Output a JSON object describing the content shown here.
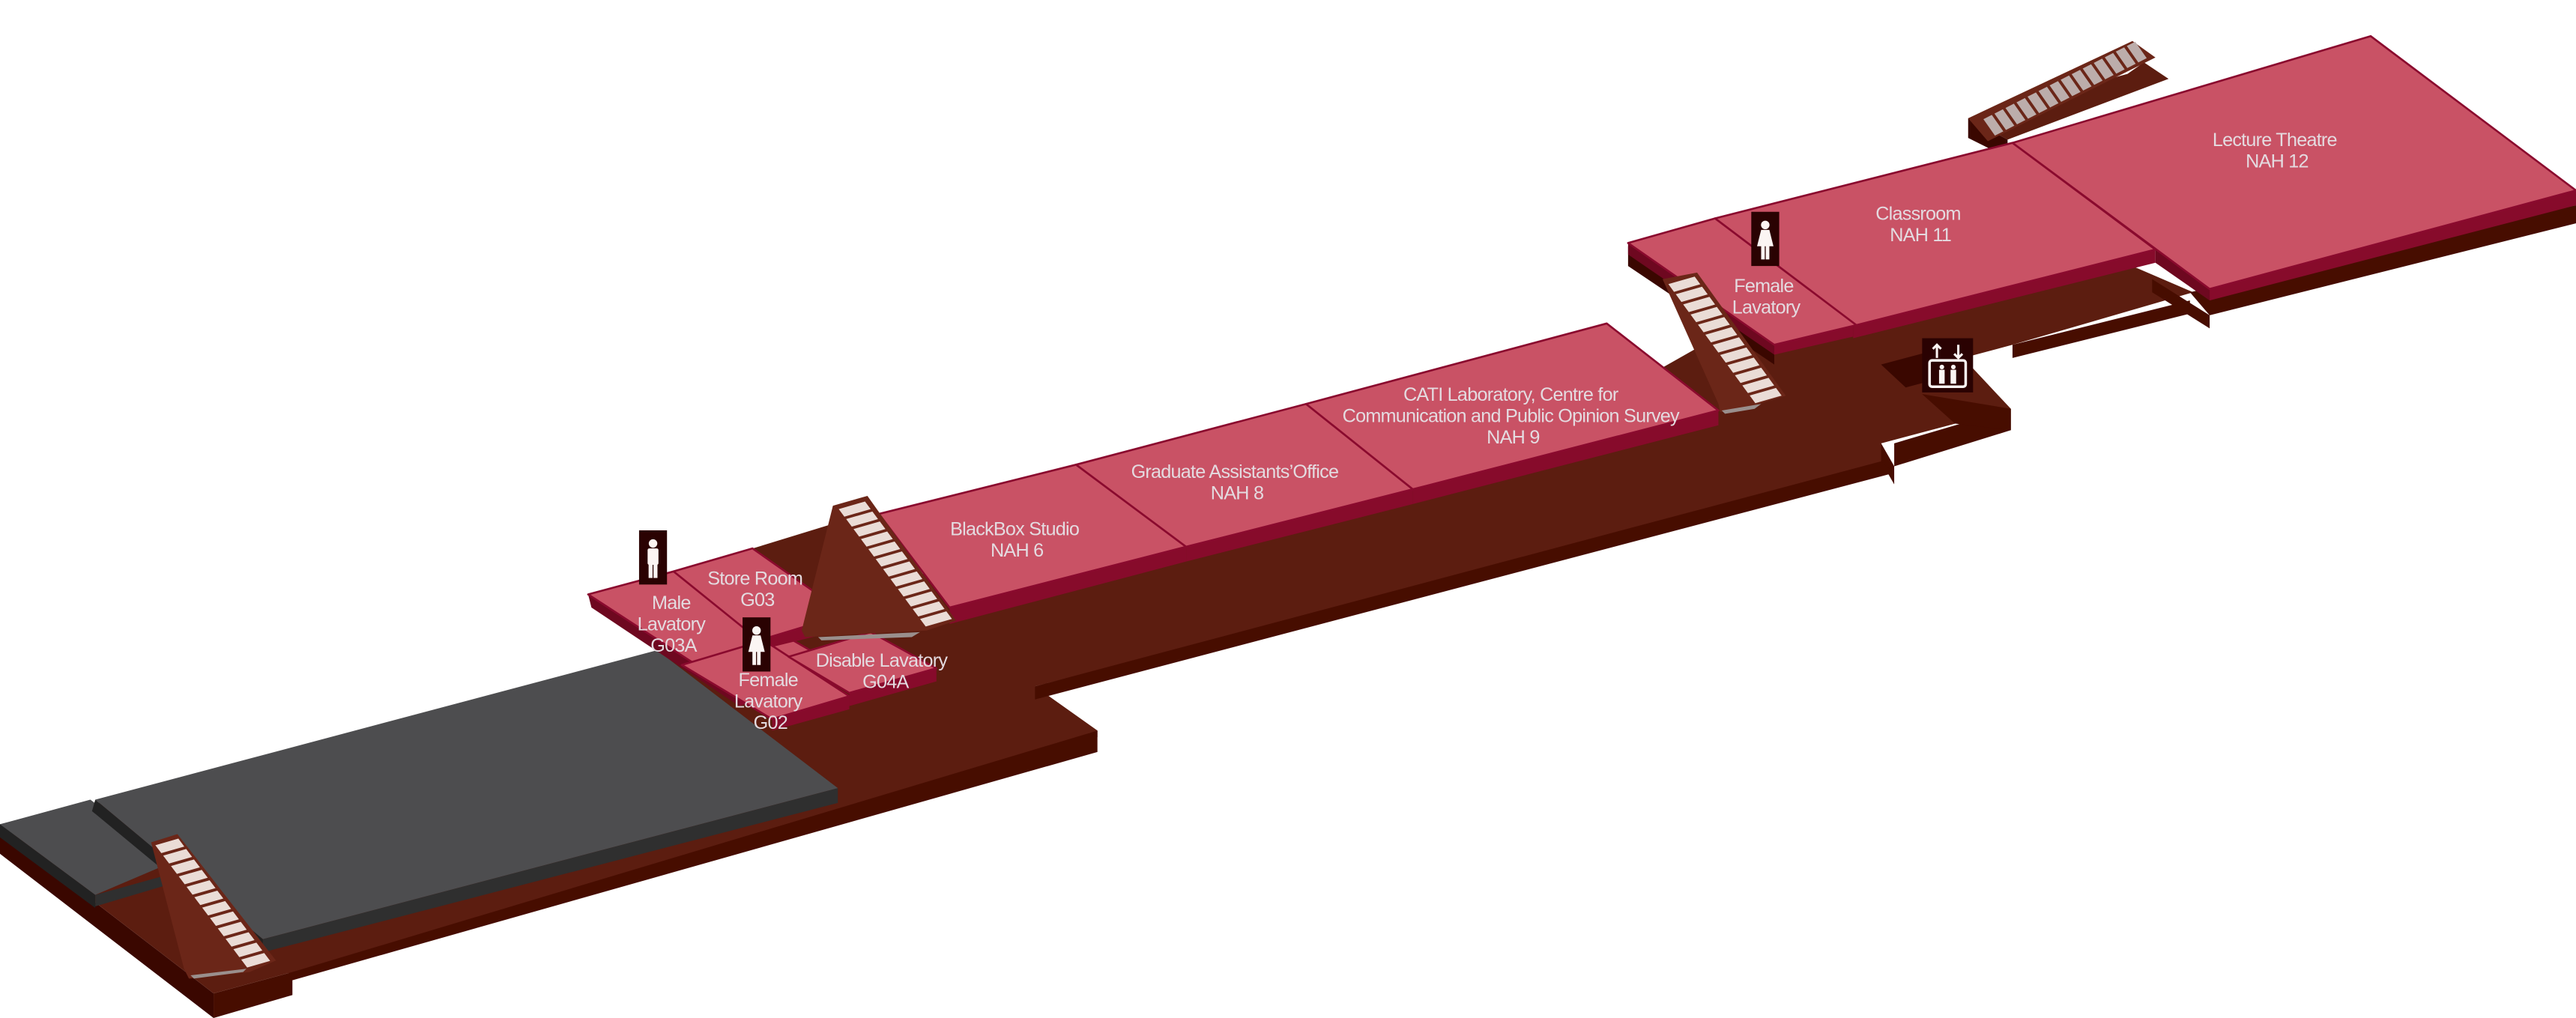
{
  "map": {
    "title": "Floor plan - NAH ground floor",
    "rooms": [
      {
        "id": "male-lavatory-g03a",
        "lines": [
          "Male",
          "Lavatory",
          "G03A"
        ]
      },
      {
        "id": "store-room-g03",
        "lines": [
          "Store Room",
          "G03"
        ]
      },
      {
        "id": "female-lavatory-g02",
        "lines": [
          "Female",
          "Lavatory",
          "G02"
        ]
      },
      {
        "id": "disable-lavatory-g04a",
        "lines": [
          "Disable Lavatory",
          "G04A"
        ]
      },
      {
        "id": "blackbox-studio-nah6",
        "lines": [
          "BlackBox Studio",
          "NAH 6"
        ]
      },
      {
        "id": "graduate-assistants-office-nah8",
        "lines": [
          "Graduate Assistants’Office",
          "NAH 8"
        ]
      },
      {
        "id": "cati-laboratory-nah9",
        "lines": [
          "CATI Laboratory, Centre for",
          "Communication and Public Opinion Survey",
          "NAH 9"
        ]
      },
      {
        "id": "female-lavatory-upper",
        "lines": [
          "Female",
          "Lavatory"
        ]
      },
      {
        "id": "classroom-nah11",
        "lines": [
          "Classroom",
          "NAH 11"
        ]
      },
      {
        "id": "lecture-theatre-nah12",
        "lines": [
          "Lecture Theatre",
          "NAH 12"
        ]
      }
    ],
    "icons": [
      {
        "name": "male-toilet-icon"
      },
      {
        "name": "female-toilet-icon"
      },
      {
        "name": "female-toilet-icon"
      },
      {
        "name": "elevator-icon"
      }
    ],
    "colors": {
      "room": "#c95265",
      "room_edge": "#870b2b",
      "corridor": "#5c1d10",
      "corridor_side": "#470d00",
      "unassigned_block": "#4d4d4f",
      "stairs": "#eadcd6"
    }
  }
}
